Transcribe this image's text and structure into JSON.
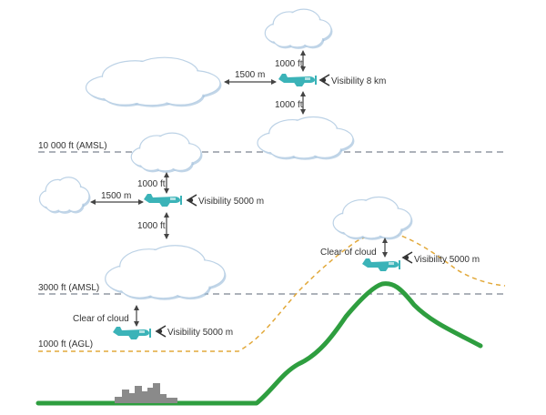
{
  "colors": {
    "cloud_fill": "#ffffff",
    "cloud_stroke": "#bcd2e6",
    "cloud_shadow": "#8fb4d6",
    "aircraft": "#3bb3b8",
    "terrain": "#2e9e3f",
    "agl_line": "#e2a93b",
    "altitude_line": "#7c8590",
    "arrow": "#444444",
    "city": "#8a8a8a"
  },
  "icons": [
    "cloud-icon",
    "aircraft-icon",
    "eye-icon",
    "double-arrow-icon",
    "city-icon"
  ],
  "altitudes": {
    "upper": "10 000 ft (AMSL)",
    "middle": "3000 ft (AMSL)",
    "agl": "1000 ft (AGL)"
  },
  "top_zone": {
    "above": "1000 ft",
    "below": "1000 ft",
    "horizontal": "1500 m",
    "visibility": "Visibility 8 km"
  },
  "middle_zone": {
    "above": "1000 ft",
    "below": "1000 ft",
    "horizontal": "1500 m",
    "visibility": "Visibility 5000 m"
  },
  "low_zone": {
    "clearance": "Clear of cloud",
    "visibility": "Visibility 5000 m"
  },
  "mountain_zone": {
    "clearance": "Clear of cloud",
    "visibility": "Visibility 5000 m"
  }
}
